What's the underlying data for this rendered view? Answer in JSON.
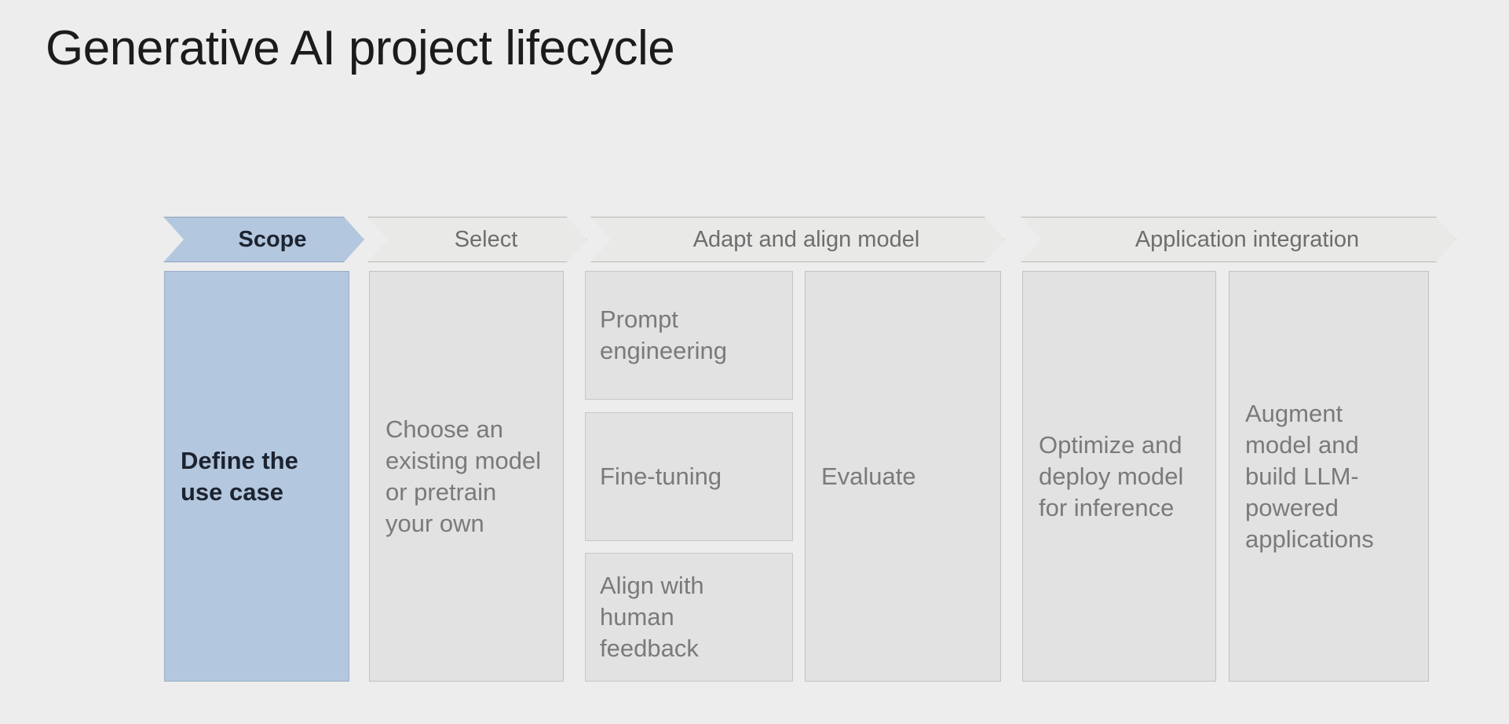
{
  "slide": {
    "title": "Generative AI project lifecycle",
    "background_color": "#ededed"
  },
  "theme": {
    "accent_color": "#b3c7de",
    "accent_border": "#8ea4bd",
    "box_fill": "#e2e2e2",
    "box_border": "#c2c2c2",
    "chevron_fill": "#e9e9e7",
    "chevron_border": "#b9b9b9",
    "muted_text": "#7a7a7a",
    "active_text": "#1c2330",
    "title_text": "#1b1b1b"
  },
  "diagram": {
    "type": "process-flow",
    "stages": [
      {
        "id": "scope",
        "label": "Scope",
        "active": true
      },
      {
        "id": "select",
        "label": "Select",
        "active": false
      },
      {
        "id": "adapt",
        "label": "Adapt and align model",
        "active": false
      },
      {
        "id": "application",
        "label": "Application integration",
        "active": false
      }
    ],
    "columns": [
      {
        "id": "define-use-case",
        "stage": "scope",
        "text": "Define the use case",
        "accent": true
      },
      {
        "id": "choose-model",
        "stage": "select",
        "text": "Choose an existing model or pretrain your own",
        "accent": false
      },
      {
        "id": "adapt-stack",
        "stage": "adapt",
        "accent": false,
        "items": [
          {
            "id": "prompt-engineering",
            "text": "Prompt engineering"
          },
          {
            "id": "fine-tuning",
            "text": "Fine-tuning"
          },
          {
            "id": "align-human-feedback",
            "text": "Align with human feedback"
          }
        ]
      },
      {
        "id": "evaluate",
        "stage": "adapt",
        "text": "Evaluate",
        "accent": false
      },
      {
        "id": "optimize-deploy",
        "stage": "application",
        "text": "Optimize and deploy model for inference",
        "accent": false
      },
      {
        "id": "augment-build",
        "stage": "application",
        "text": "Augment model and build LLM-powered applications",
        "accent": false
      }
    ]
  }
}
